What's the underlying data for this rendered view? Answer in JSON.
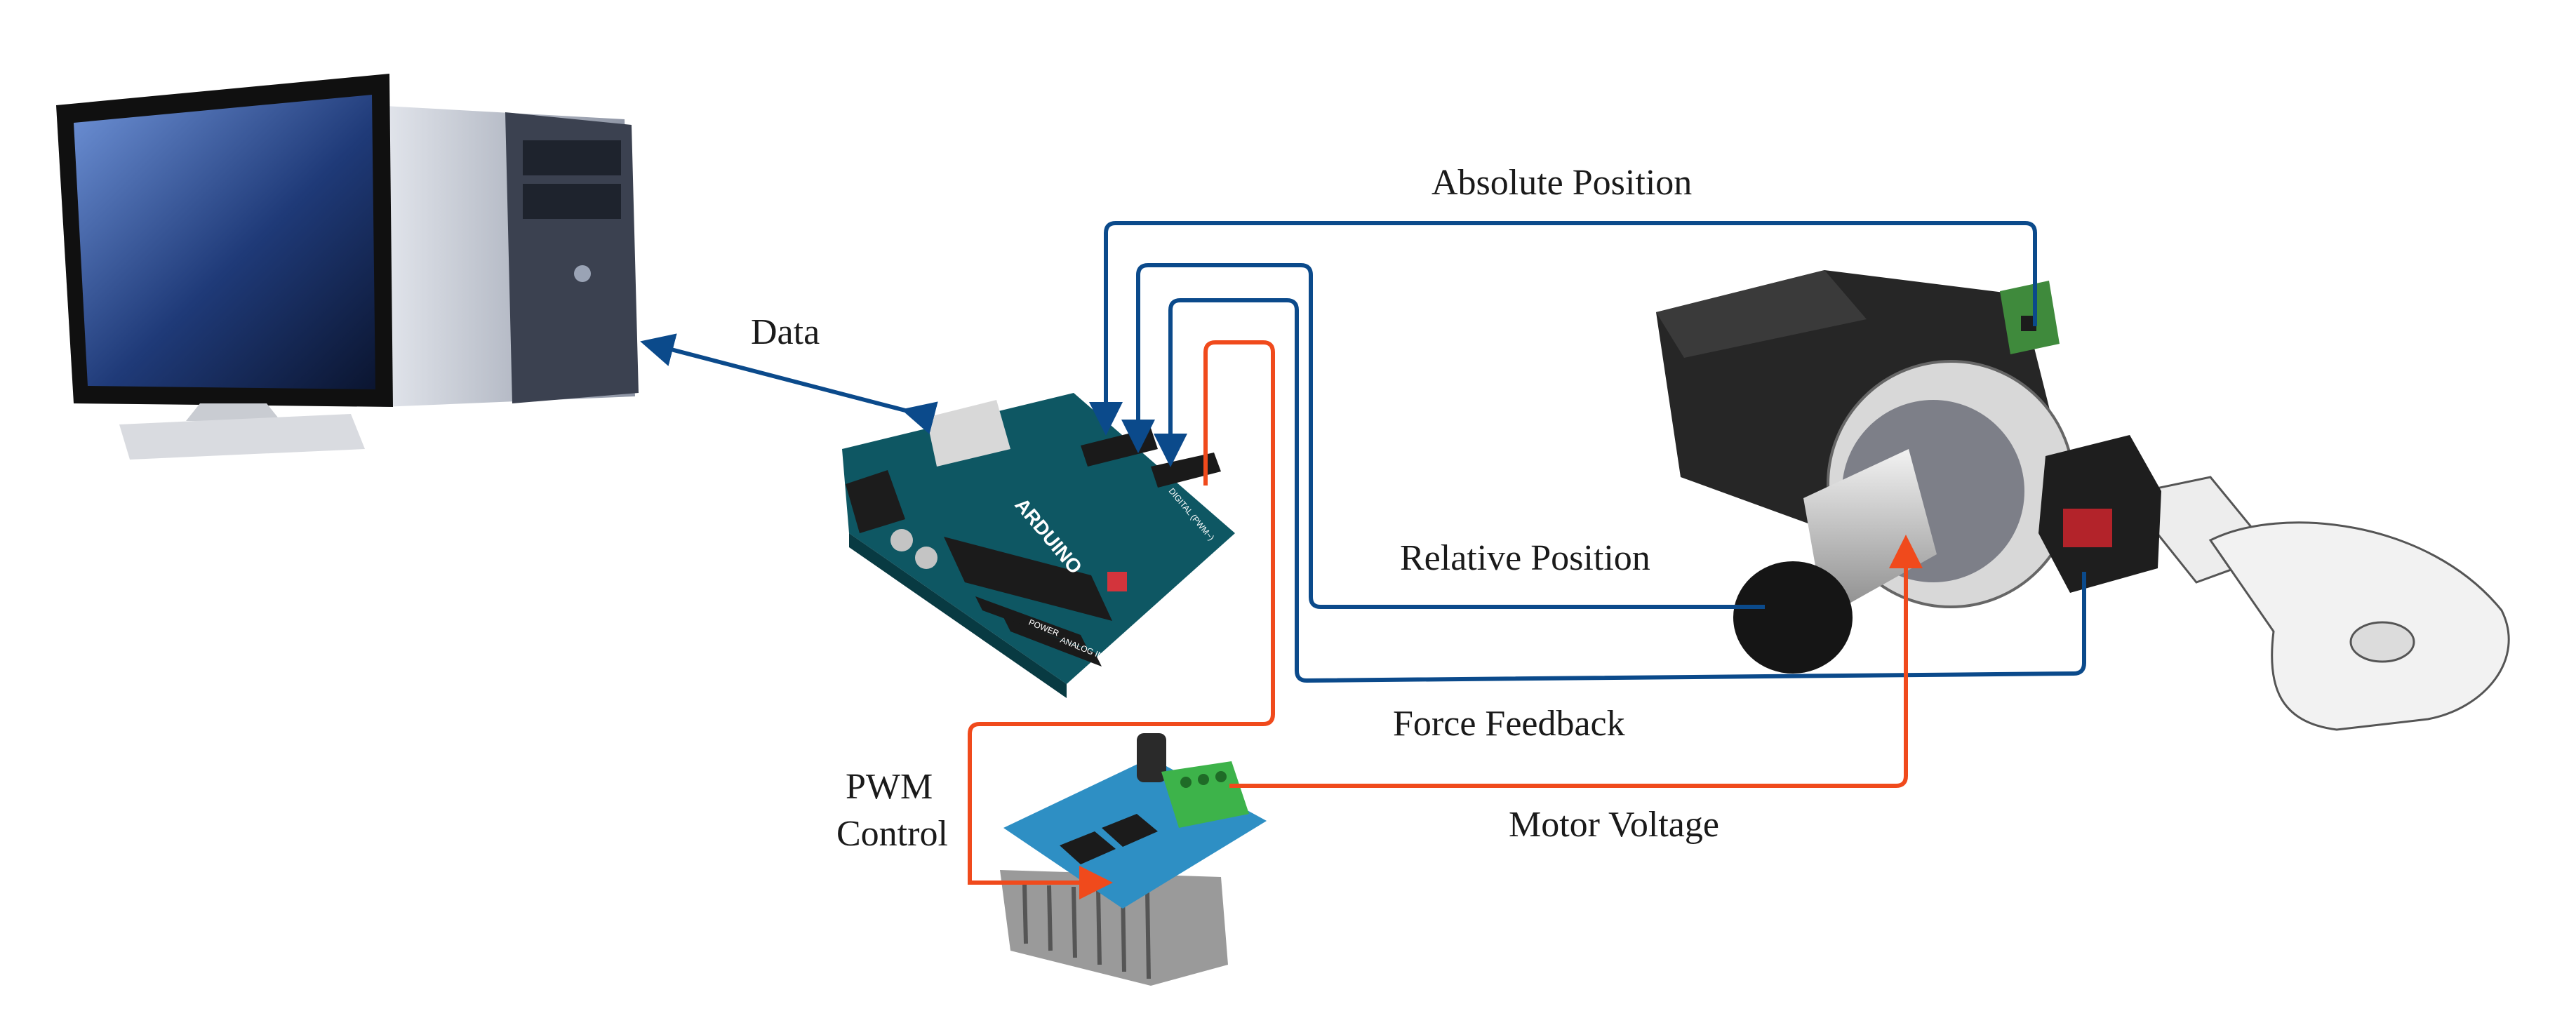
{
  "labels": {
    "data": "Data",
    "absolute_position": "Absolute Position",
    "relative_position": "Relative Position",
    "force_feedback": "Force Feedback",
    "motor_voltage": "Motor Voltage",
    "pwm_line1": "PWM",
    "pwm_line2": "Control"
  },
  "arduino": {
    "brand": "ARDUINO",
    "digital": "DIGITAL (PWM~)",
    "power": "POWER",
    "analog": "ANALOG IN"
  },
  "colors": {
    "signal_blue": "#0b4a8b",
    "power_red": "#f04a1c",
    "arduino_teal": "#0e5763",
    "driver_blue": "#2e8fc4",
    "terminal_green": "#3db34a"
  }
}
